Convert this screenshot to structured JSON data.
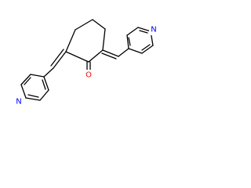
{
  "molecule": {
    "atoms": [
      {
        "element": "O",
        "color": "#ff0000"
      },
      {
        "element": "N",
        "color": "#0000ff"
      },
      {
        "element": "N",
        "color": "#0000ff"
      }
    ]
  },
  "colors": {
    "bond": "#000000",
    "oxygen": "#ff0000",
    "nitrogen": "#0000ff",
    "background": "#ffffff"
  }
}
